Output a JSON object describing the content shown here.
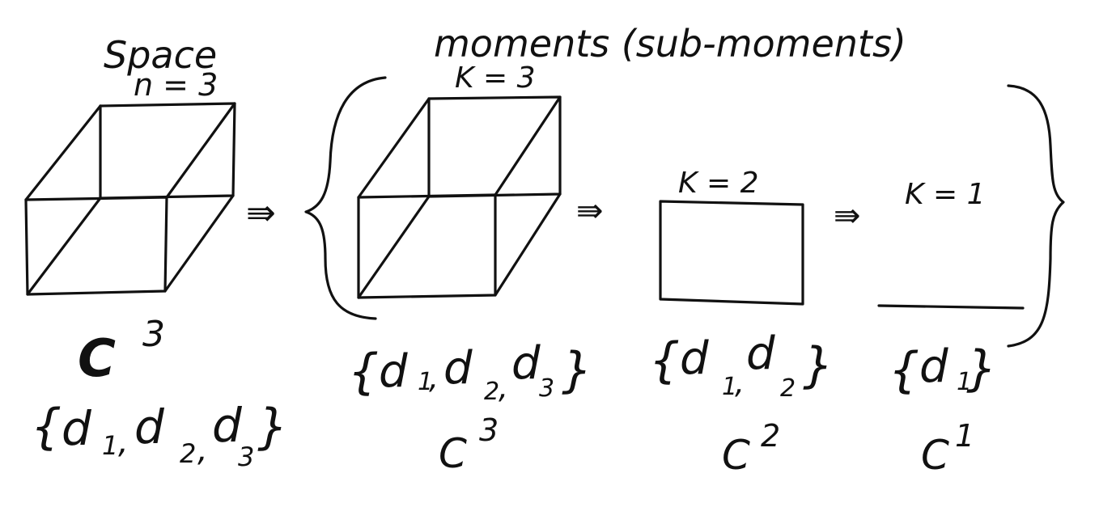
{
  "space": {
    "title": "Space",
    "dimension": "n = 3",
    "field": "C",
    "field_power": "3",
    "basis_open": "{",
    "basis_d": [
      "d",
      "d",
      "d"
    ],
    "basis_sub": [
      "1",
      "2",
      "3"
    ],
    "basis_close": "}"
  },
  "moments": {
    "title": "moments (sub-moments)",
    "items": [
      {
        "k": "K = 3",
        "basis_d": [
          "d",
          "d",
          "d"
        ],
        "basis_sub": [
          "1",
          "2",
          "3"
        ],
        "field": "C",
        "power": "3"
      },
      {
        "k": "K = 2",
        "basis_d": [
          "d",
          "d"
        ],
        "basis_sub": [
          "1",
          "2"
        ],
        "field": "C",
        "power": "2"
      },
      {
        "k": "K = 1",
        "basis_d": [
          "d"
        ],
        "basis_sub": [
          "1"
        ],
        "field": "C",
        "power": "1"
      }
    ]
  },
  "arrows": [
    "⇛",
    "⇛",
    "⇛"
  ]
}
